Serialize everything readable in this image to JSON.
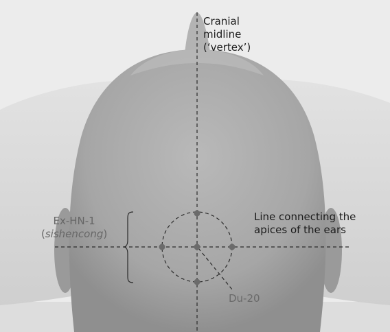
{
  "colors": {
    "background": "#e9e9e9",
    "skin": "#a7a7a7",
    "line": "#2a2a2a",
    "point": "#6b6b6b",
    "callout_text_dark": "#1b1b1b",
    "callout_text_grey": "#666666"
  },
  "labels": {
    "vertex": [
      "Cranial",
      "midline",
      "(‘vertex’)"
    ],
    "ears_line": [
      "Line connecting the",
      "apices of the ears"
    ],
    "ex_hn1": {
      "code": "Ex-HN-1",
      "pinyin": "sishencong"
    },
    "du20": "Du-20"
  }
}
